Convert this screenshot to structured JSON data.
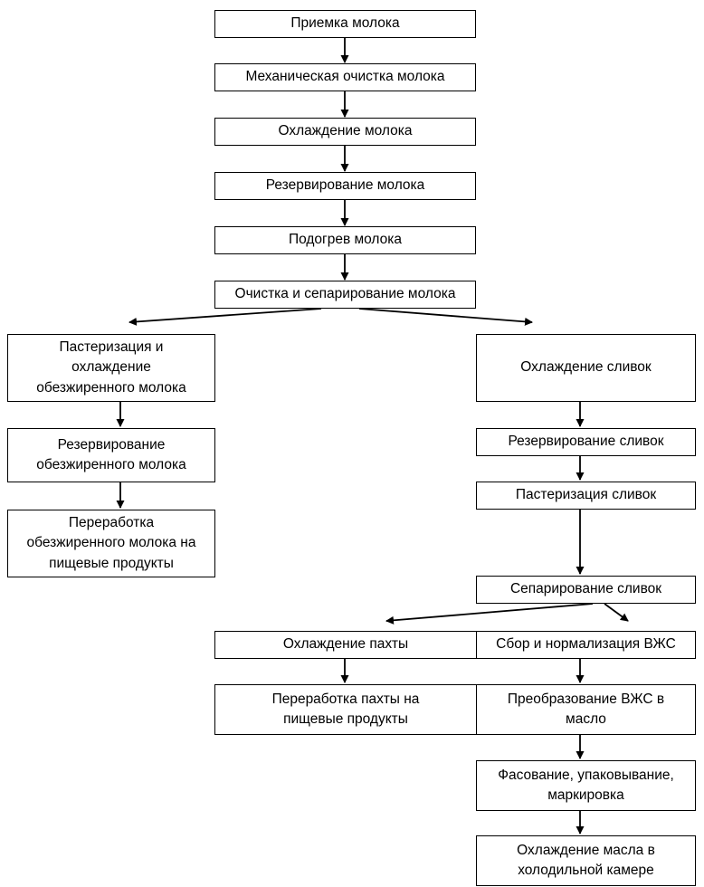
{
  "diagram": {
    "nodes": {
      "n1": "Приемка молока",
      "n2": "Механическая очистка молока",
      "n3": "Охлаждение молока",
      "n4": "Резервирование молока",
      "n5": "Подогрев молока",
      "n6": "Очистка и сепарирование молока",
      "l1": "Пастеризация и\nохлаждение\nобезжиренного молока",
      "l2": "Резервирование\nобезжиренного молока",
      "l3": "Переработка\nобезжиренного молока на\nпищевые продукты",
      "r1": "Охлаждение сливок",
      "r2": "Резервирование сливок",
      "r3": "Пастеризация сливок",
      "r4": "Сепарирование сливок",
      "m1": "Охлаждение пахты",
      "m2": "Переработка пахты на\nпищевые продукты",
      "s1": "Сбор и нормализация ВЖС",
      "s2": "Преобразование ВЖС в\nмасло",
      "s3": "Фасование, упаковывание,\nмаркировка",
      "s4": "Охлаждение масла в\nхолодильной камере"
    }
  }
}
